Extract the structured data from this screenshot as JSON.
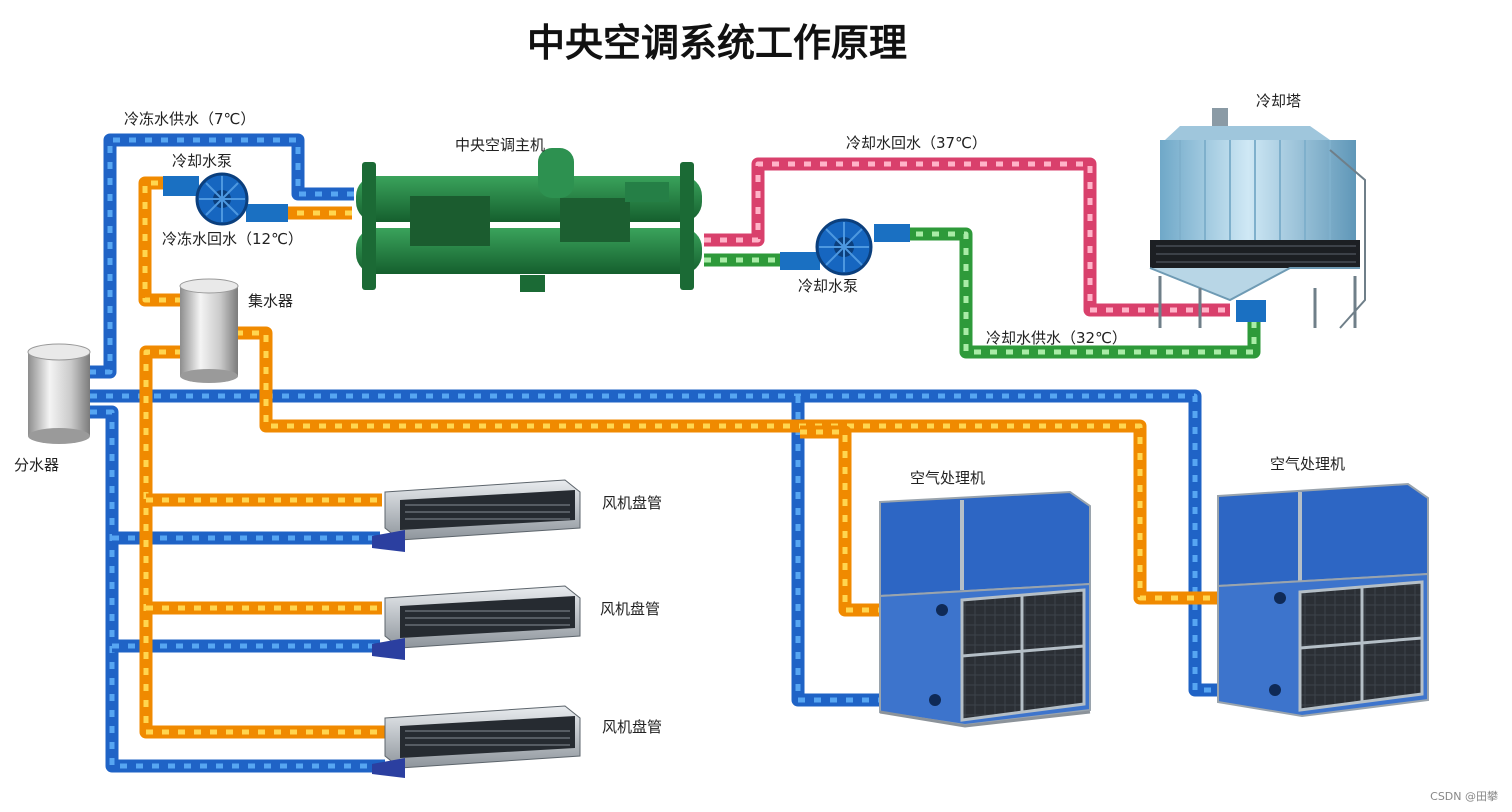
{
  "title": "中央空调系统工作原理",
  "labels": {
    "chilled_supply": "冷冻水供水（7℃）",
    "chilled_return": "冷冻水回水（12℃）",
    "cooling_pump_left": "冷却水泵",
    "chiller": "中央空调主机",
    "cooling_return": "冷却水回水（37℃）",
    "cooling_tower": "冷却塔",
    "cooling_pump_right": "冷却水泵",
    "cooling_supply": "冷却水供水（32℃）",
    "collector": "集水器",
    "distributor": "分水器",
    "fcu_1": "风机盘管",
    "fcu_2": "风机盘管",
    "fcu_3": "风机盘管",
    "ahu_1": "空气处理机",
    "ahu_2": "空气处理机"
  },
  "watermark": "CSDN @田攀",
  "colors": {
    "chilled_supply_pipe": "#1f63c6",
    "chilled_return_pipe": "#f08a00",
    "cooling_return_pipe": "#d9406c",
    "cooling_supply_pipe": "#2e9a3a",
    "chiller_body": "#1f7a3e",
    "ahu_panel": "#2d66c4"
  }
}
